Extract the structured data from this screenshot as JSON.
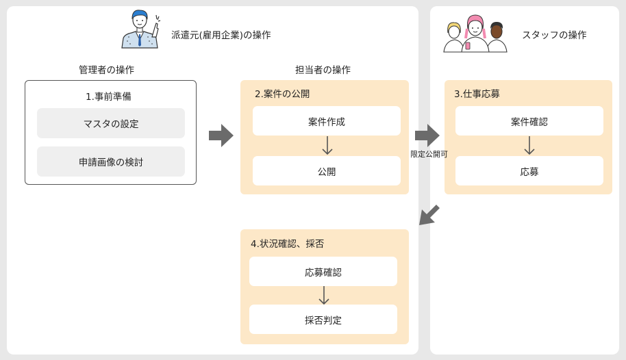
{
  "company": {
    "header": "派遣元(雇用企業)の操作",
    "admin_label": "管理者の操作",
    "staff_in_charge_label": "担当者の操作"
  },
  "staff": {
    "header": "スタッフの操作"
  },
  "steps": {
    "s1": {
      "title": "1.事前準備",
      "items": [
        "マスタの設定",
        "申請画像の検討"
      ]
    },
    "s2": {
      "title": "2.案件の公開",
      "items": [
        "案件作成",
        "公開"
      ]
    },
    "s3": {
      "title": "3.仕事応募",
      "items": [
        "案件確認",
        "応募"
      ]
    },
    "s4": {
      "title": "4.状況確認、採否",
      "items": [
        "応募確認",
        "採否判定"
      ]
    }
  },
  "arrow_label": "限定公開可",
  "colors": {
    "step_fill": "#fde8c8",
    "arrow": "#6b6b6b",
    "panel": "#ffffff",
    "background": "#e8e8e8"
  },
  "icons": {
    "company": "businessman-pointing-icon",
    "staff": "staff-group-icon"
  }
}
